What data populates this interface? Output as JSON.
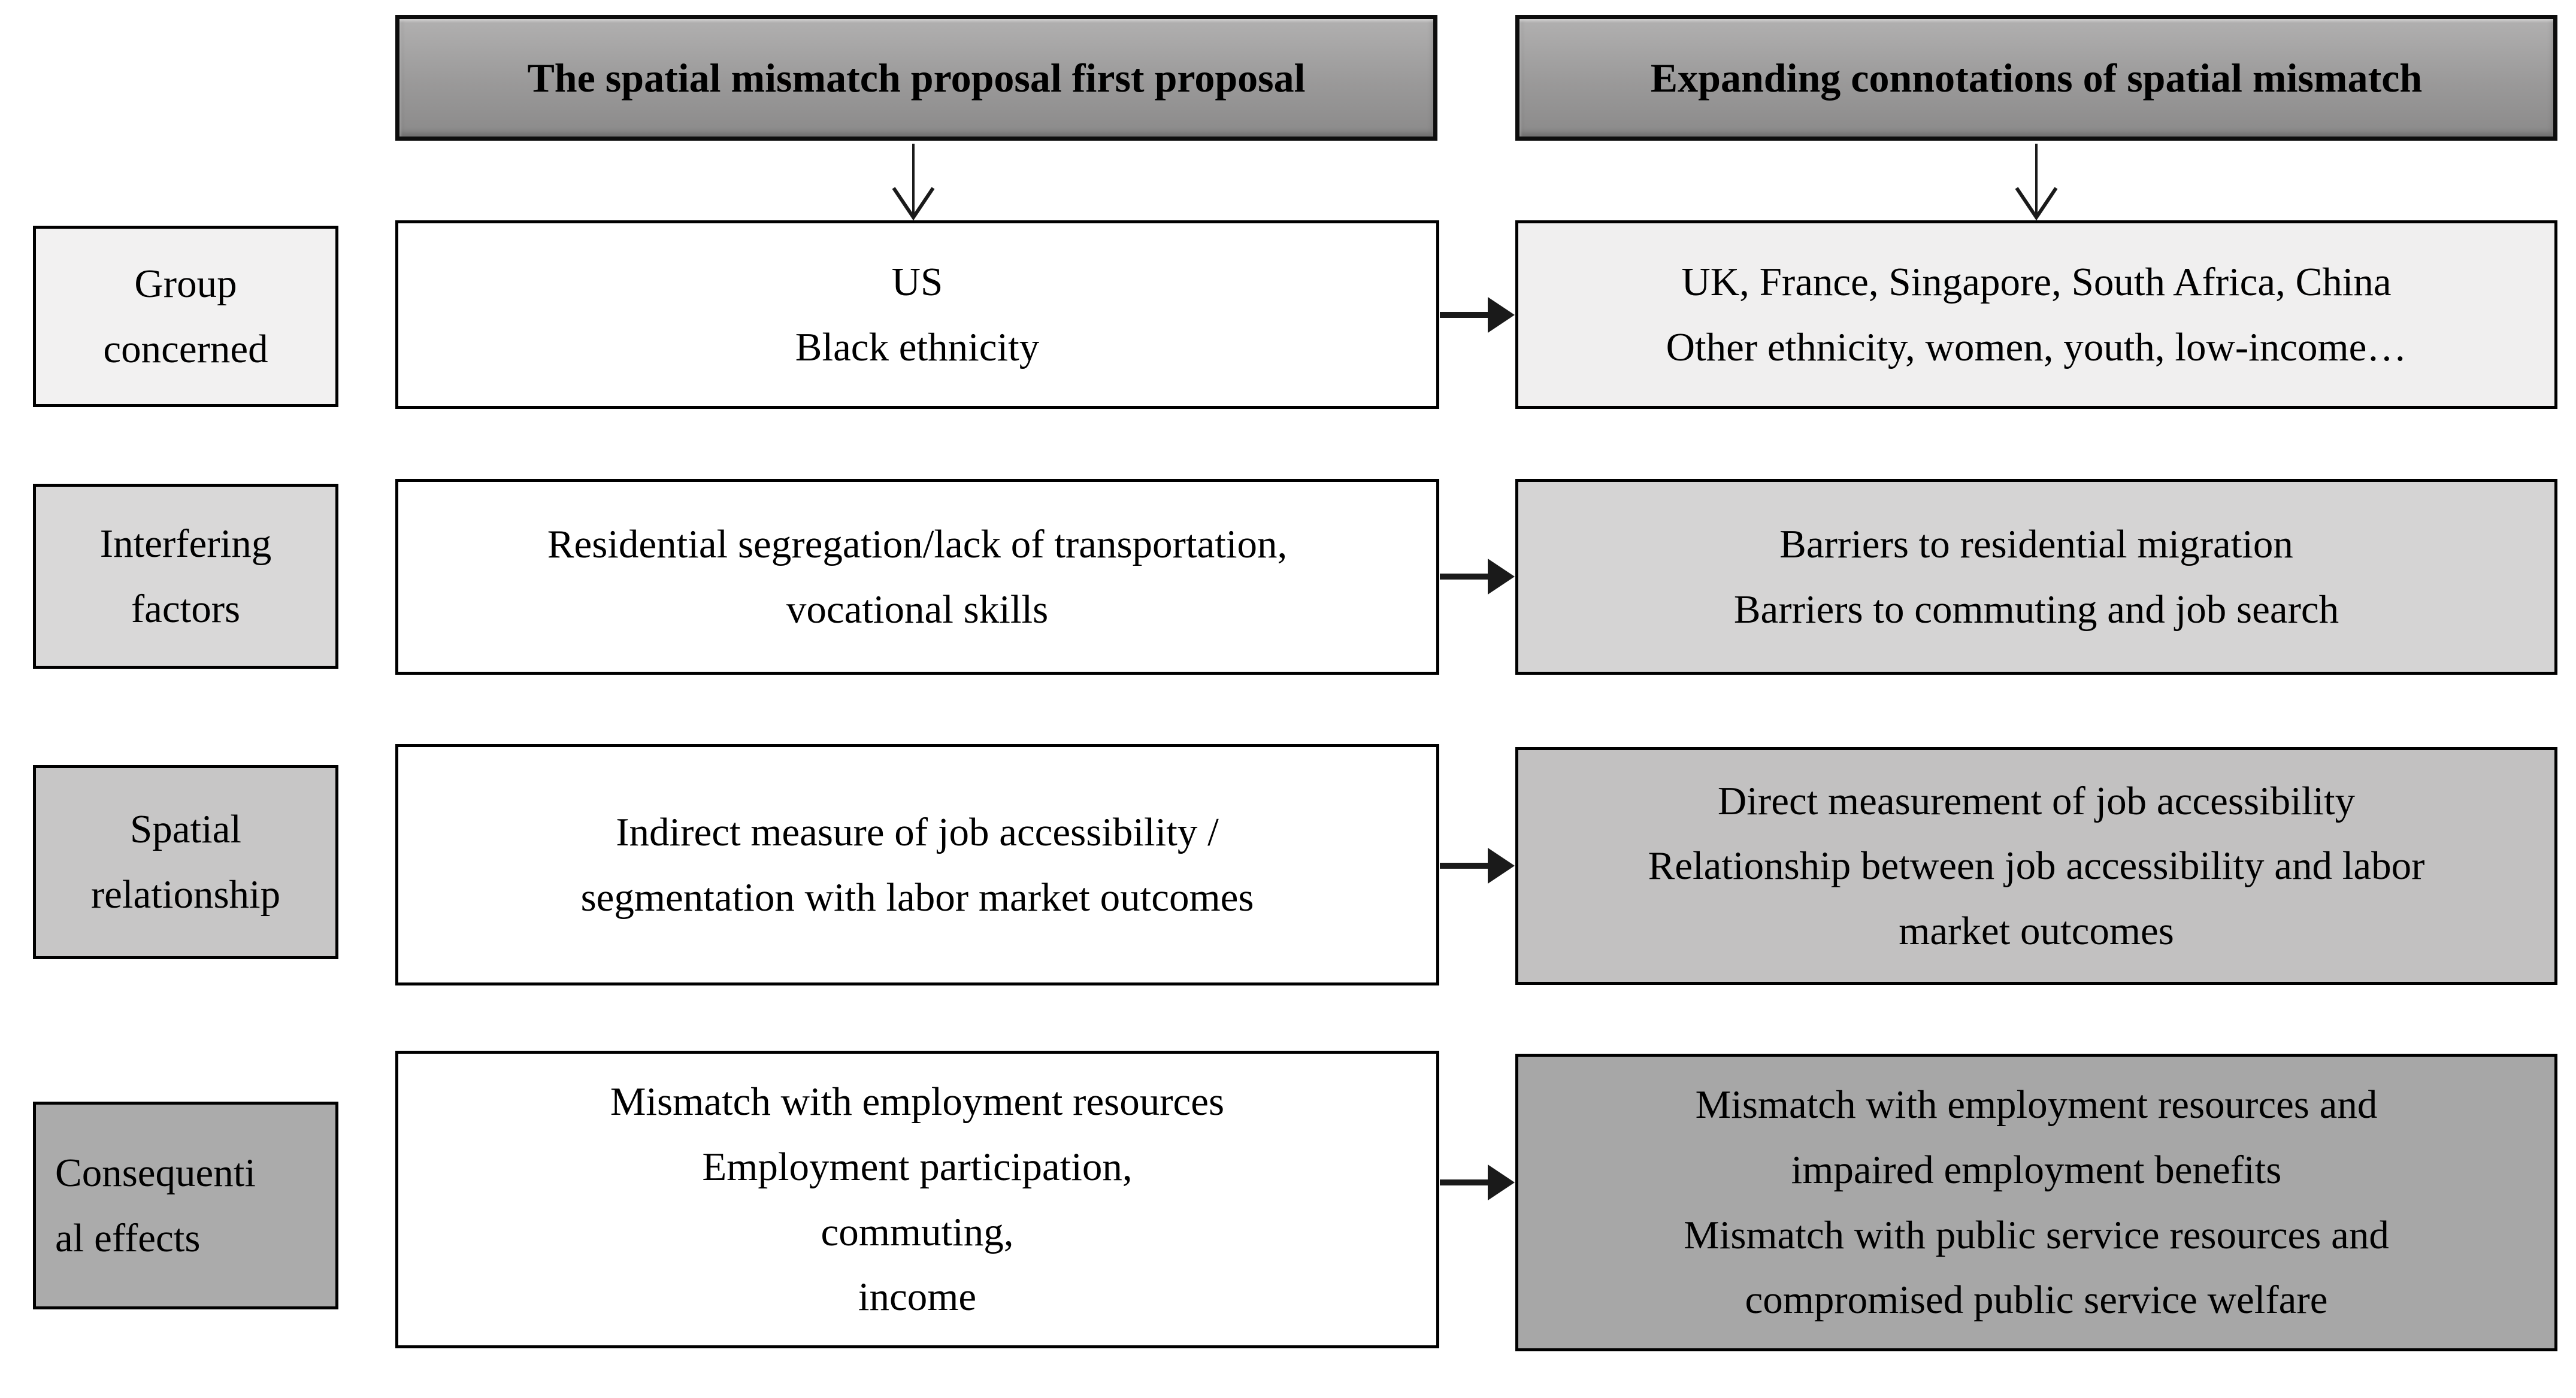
{
  "headers": [
    {
      "label": "The spatial mismatch proposal first proposal"
    },
    {
      "label": "Expanding connotations of spatial mismatch"
    }
  ],
  "rows": [
    {
      "label": {
        "lines": [
          "Group",
          "concerned"
        ],
        "bg": "#f2f1f1"
      },
      "middle": {
        "lines": [
          "US",
          "Black ethnicity"
        ],
        "bg": "#ffffff"
      },
      "right": {
        "lines": [
          "UK, France, Singapore, South Africa, China",
          "Other ethnicity, women, youth, low-income…"
        ],
        "bg": "#f0efef"
      }
    },
    {
      "label": {
        "lines": [
          "Interfering",
          "factors"
        ],
        "bg": "#d9d8d8"
      },
      "middle": {
        "lines": [
          "Residential segregation/lack of transportation,",
          "vocational skills"
        ],
        "bg": "#ffffff"
      },
      "right": {
        "lines": [
          "Barriers to residential migration",
          "Barriers to commuting and job search"
        ],
        "bg": "#d5d4d4"
      }
    },
    {
      "label": {
        "lines": [
          "Spatial",
          "relationship"
        ],
        "bg": "#c7c6c6"
      },
      "middle": {
        "lines": [
          "Indirect measure of job accessibility /",
          "segmentation with labor market outcomes"
        ],
        "bg": "#ffffff"
      },
      "right": {
        "lines": [
          "Direct measurement of job accessibility",
          "Relationship between job accessibility and labor",
          "market outcomes"
        ],
        "bg": "#c2c1c1"
      }
    },
    {
      "label": {
        "lines": [
          "Consequenti",
          "al effects"
        ],
        "bg": "#ababab"
      },
      "middle": {
        "lines": [
          "Mismatch with employment resources",
          "Employment participation,",
          "commuting,",
          "income"
        ],
        "bg": "#ffffff"
      },
      "right": {
        "lines": [
          "Mismatch with employment resources and",
          "impaired employment benefits",
          "Mismatch with public service resources and",
          "compromised public service welfare"
        ],
        "bg": "#a7a7a7"
      }
    }
  ],
  "colors": {
    "header_gradient_top": "#b1b0b0",
    "header_gradient_bottom": "#8b8a8a",
    "box_border": "#000000",
    "arrow": "#1a1a1a",
    "canvas_background": "#ffffff"
  }
}
